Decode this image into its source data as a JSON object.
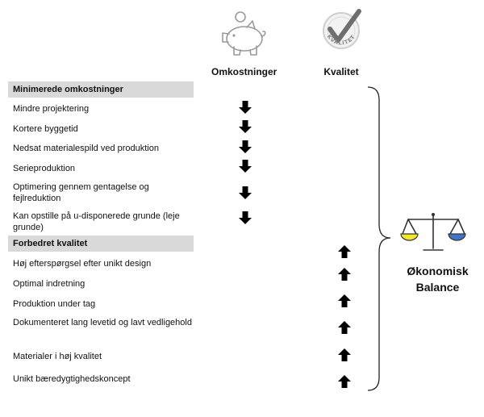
{
  "columns": {
    "cost": {
      "label": "Omkostninger",
      "icon": "piggy-bank-icon"
    },
    "quality": {
      "label": "Kvalitet",
      "icon": "quality-seal-icon",
      "seal_text": "KVALITET"
    }
  },
  "sections": [
    {
      "title": "Minimerede omkostninger",
      "column": "cost",
      "arrow": "down",
      "items": [
        "Mindre projektering",
        "Kortere byggetid",
        "Nedsat materialespild ved produktion",
        "Serieproduktion",
        "Optimering gennem gentagelse og fejlreduktion",
        "Kan opstille på u-disponerede grunde (leje grunde)"
      ]
    },
    {
      "title": "Forbedret kvalitet",
      "column": "quality",
      "arrow": "up",
      "items": [
        "Høj efterspørgsel efter unikt design",
        "Optimal indretning",
        "Produktion under tag",
        "Dokumenteret lang levetid og lavt vedligehold",
        "Materialer i høj kvalitet",
        "Unikt bæredygtighedskoncept"
      ]
    }
  ],
  "balance": {
    "label_line1": "Økonomisk",
    "label_line2": "Balance",
    "icon": "scales-icon",
    "colors": {
      "left_pan": "#f2e52a",
      "right_pan": "#3f74c6",
      "frame": "#333333"
    }
  }
}
